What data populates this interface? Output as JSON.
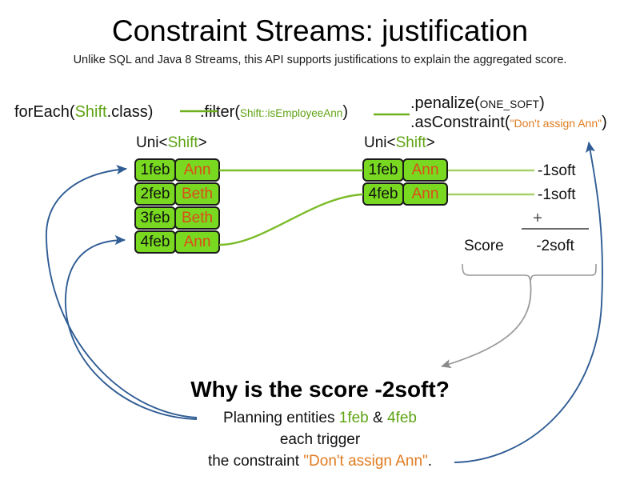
{
  "page_title": "Constraint Streams: justification",
  "page_subtitle": "Unlike SQL and Java 8 Streams, this API supports justifications to explain the aggregated score.",
  "colors": {
    "green_box": "#78D920",
    "green_text": "#5FA314",
    "orange_text": "#E07B20",
    "name_text": "#DD4C1A",
    "blue_arrow": "#2F5C94",
    "gray_arrow": "#8a8a8a"
  },
  "code": {
    "foreach": {
      "call": "forEach(",
      "type": "Shift",
      "tail": ".class)"
    },
    "filter": {
      "call": ".filter(",
      "arg": "Shift::isEmployeeAnn",
      "tail": ")"
    },
    "penalize": {
      "call": ".penalize(",
      "arg": "ONE_SOFT",
      "tail": ")"
    },
    "as_constraint": {
      "call": ".asConstraint(",
      "arg": "\"Don't assign Ann\"",
      "tail": ")"
    }
  },
  "stream_labels": {
    "left": {
      "prefix": "Uni<",
      "type": "Shift",
      "suffix": ">"
    },
    "right": {
      "prefix": "Uni<",
      "type": "Shift",
      "suffix": ">"
    }
  },
  "shifts_left": [
    {
      "date": "1feb",
      "employee": "Ann"
    },
    {
      "date": "2feb",
      "employee": "Beth"
    },
    {
      "date": "3feb",
      "employee": "Beth"
    },
    {
      "date": "4feb",
      "employee": "Ann"
    }
  ],
  "shifts_right": [
    {
      "date": "1feb",
      "employee": "Ann"
    },
    {
      "date": "4feb",
      "employee": "Ann"
    }
  ],
  "score": {
    "penalties": [
      "-1soft",
      "-1soft"
    ],
    "operator": "+",
    "label": "Score",
    "total": "-2soft"
  },
  "explanation": {
    "heading": "Why is the score -2soft?",
    "line1_prefix": "Planning entities ",
    "line1_entity_a": "1feb",
    "line1_amp": " & ",
    "line1_entity_b": "4feb",
    "line2": "each trigger",
    "line3_prefix": "the constraint ",
    "line3_constraint": "\"Don't assign Ann\"",
    "line3_suffix": "."
  }
}
